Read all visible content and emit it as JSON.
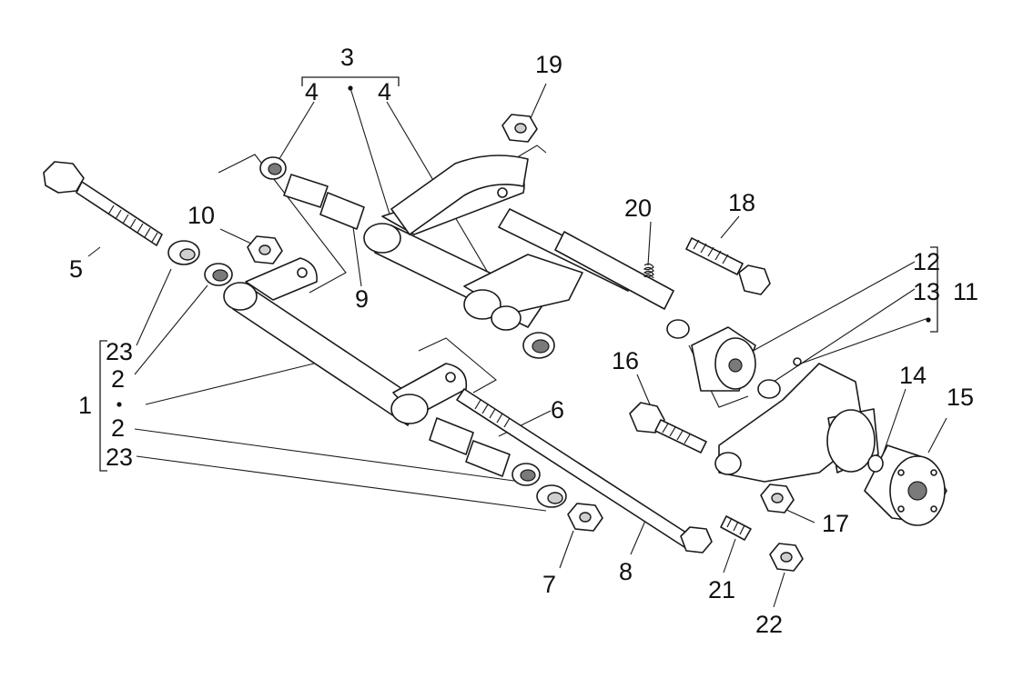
{
  "callouts": {
    "c1": "1",
    "c2a": "2",
    "c2b": "2",
    "c3": "3",
    "c4a": "4",
    "c4b": "4",
    "c5": "5",
    "c6": "6",
    "c7": "7",
    "c8": "8",
    "c9": "9",
    "c10": "10",
    "c11": "11",
    "c12": "12",
    "c13": "13",
    "c14": "14",
    "c15": "15",
    "c16": "16",
    "c17": "17",
    "c18": "18",
    "c19": "19",
    "c20": "20",
    "c21": "21",
    "c22": "22",
    "c23a": "23",
    "c23b": "23"
  },
  "colors": {
    "line": "#1a1a1a",
    "background": "#ffffff",
    "shade": "#cfcfcf"
  }
}
